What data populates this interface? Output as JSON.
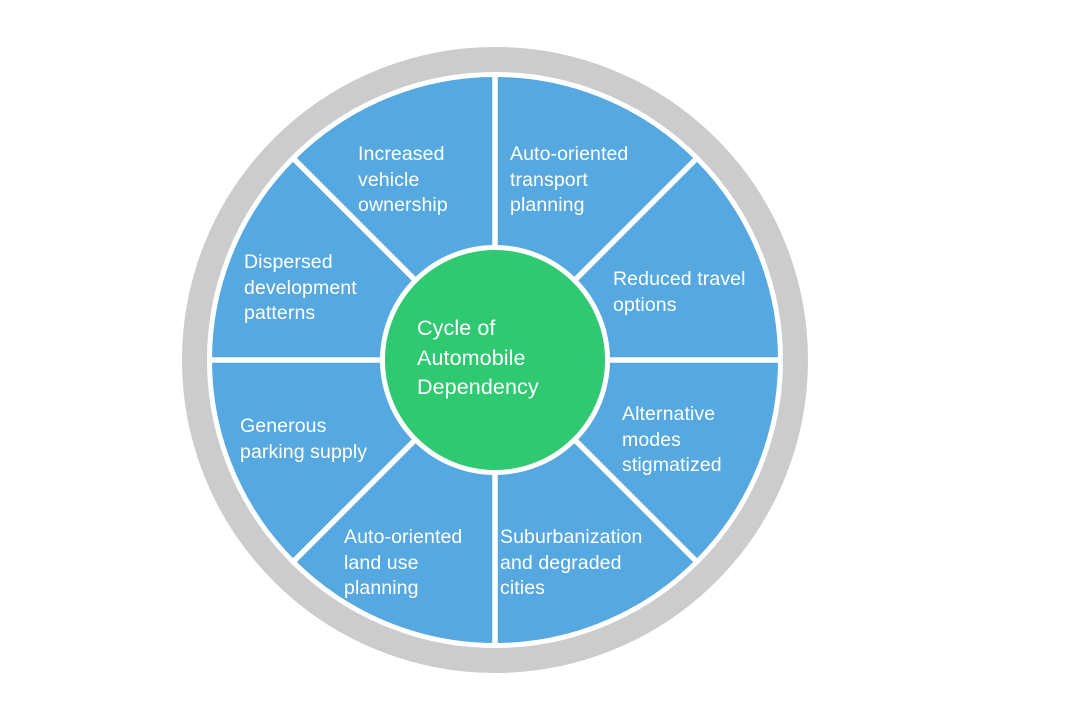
{
  "diagram": {
    "title": "Cycle of Automobile Dependency",
    "type": "circular-cycle-wheel",
    "center": {
      "label": "Cycle of\nAutomobile\nDependency",
      "color": "#2fc971",
      "text_color": "#ffffff"
    },
    "ring": {
      "outer_band_color": "#cccccc",
      "segment_color": "#56a9e0",
      "divider_color": "#ffffff",
      "segment_count": 8
    },
    "segments": [
      {
        "id": "auto-oriented-transport-planning",
        "label": "Auto-oriented\ntransport\nplanning",
        "position": "top-right",
        "order": 1
      },
      {
        "id": "reduced-travel-options",
        "label": "Reduced travel\noptions",
        "position": "right-upper",
        "order": 2
      },
      {
        "id": "alternative-modes-stigmatized",
        "label": "Alternative\nmodes\nstigmatized",
        "position": "right-lower",
        "order": 3
      },
      {
        "id": "suburbanization-and-degraded-cities",
        "label": "Suburbanization\nand degraded\ncities",
        "position": "bottom-right",
        "order": 4
      },
      {
        "id": "auto-oriented-land-use-planning",
        "label": "Auto-oriented\nland use\nplanning",
        "position": "bottom-left",
        "order": 5
      },
      {
        "id": "generous-parking-supply",
        "label": "Generous\nparking supply",
        "position": "left-lower",
        "order": 6
      },
      {
        "id": "dispersed-development-patterns",
        "label": "Dispersed\ndevelopment\npatterns",
        "position": "left-upper",
        "order": 7
      },
      {
        "id": "increased-vehicle-ownership",
        "label": "Increased\nvehicle\nownership",
        "position": "top-left",
        "order": 8
      }
    ]
  }
}
